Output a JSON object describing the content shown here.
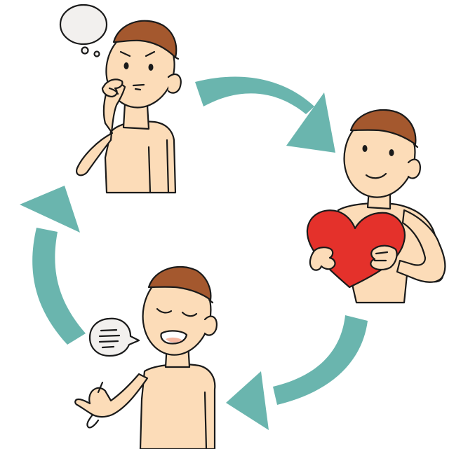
{
  "colors": {
    "arrow": "#6ab5ae",
    "skin": "#fcdcb8",
    "hair": "#a4582e",
    "heart": "#e4312b",
    "bubble_fill": "#f2f0ee",
    "outline": "#1a1a1a",
    "blush": "#f7b7a0"
  },
  "figures": [
    {
      "id": "thinking",
      "icon": "thought-bubble-icon"
    },
    {
      "id": "heart",
      "icon": "heart-icon"
    },
    {
      "id": "speaking",
      "icon": "speech-bubble-icon"
    }
  ],
  "arrows": [
    "top-right",
    "bottom-right",
    "left"
  ]
}
